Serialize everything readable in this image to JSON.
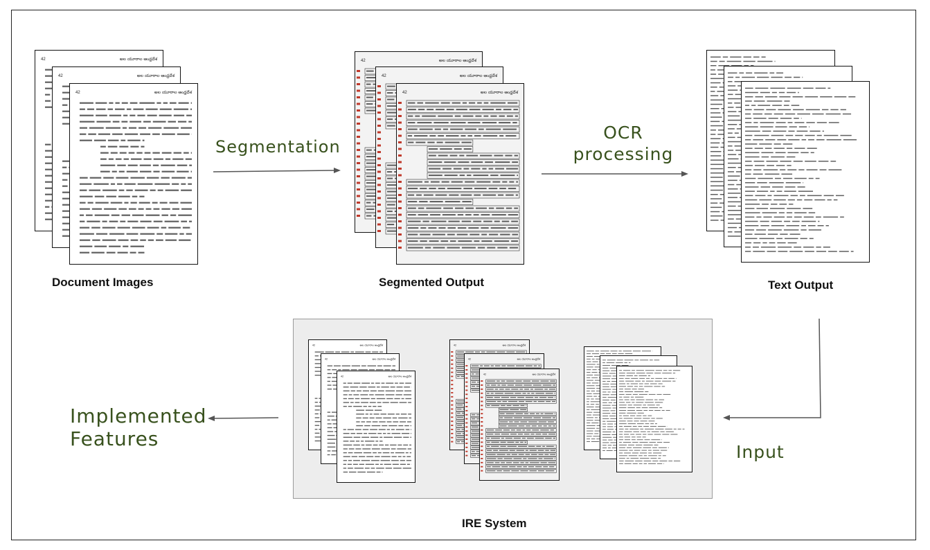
{
  "captions": {
    "document_images": "Document Images",
    "segmented_output": "Segmented Output",
    "text_output": "Text Output",
    "ire_system": "IRE System"
  },
  "steps": {
    "segmentation": "Segmentation",
    "ocr_line1": "OCR",
    "ocr_line2": "processing",
    "input": "Input",
    "implemented_line1": "Implemented",
    "implemented_line2": "Features"
  },
  "page_header_number": "42",
  "page_header_title": "అల యూరాల ఆంధ్రదేశ",
  "colors": {
    "accent_green": "#38511d",
    "segment_red": "#c0392b",
    "ire_box_bg": "#ededed"
  }
}
